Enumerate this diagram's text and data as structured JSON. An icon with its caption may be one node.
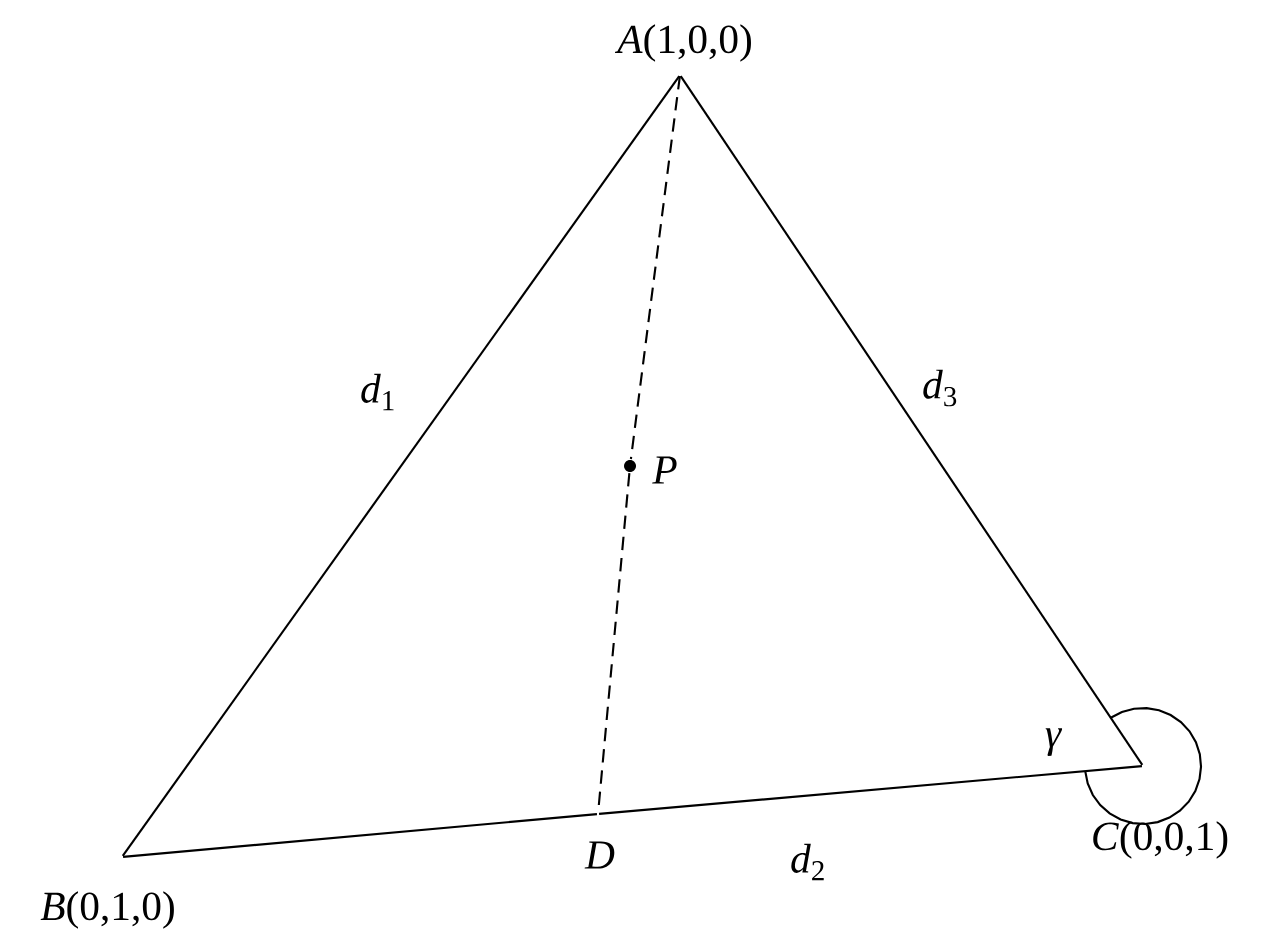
{
  "diagram": {
    "nodes": [
      {
        "text": [
          "*A*(1,0,0)"
        ]
      },
      {
        "text": [
          "*B*(0,1,0)"
        ]
      },
      {
        "text": [
          "*C*(0,0,1)"
        ]
      },
      {
        "text": [
          "D"
        ]
      },
      {
        "text": [
          "P"
        ]
      }
    ],
    "edges": [
      {
        "from": 0,
        "to": 1,
        "arrow": "none",
        "label": "*d*$_{1}$"
      },
      {
        "from": 1,
        "to": 3,
        "arrow": "none"
      },
      {
        "from": 3,
        "to": 2,
        "arrow": "none",
        "label": "*d*$_{2}$"
      },
      {
        "from": 2,
        "to": 0,
        "arrow": "none",
        "label": "*d*$_{3}$"
      },
      {
        "from": 0,
        "to": 4,
        "arrow": "none",
        "style": "dashed"
      },
      {
        "from": 4,
        "to": 3,
        "arrow": "none",
        "style": "dashed"
      }
    ],
    "labels": [
      "γ"
    ]
  }
}
